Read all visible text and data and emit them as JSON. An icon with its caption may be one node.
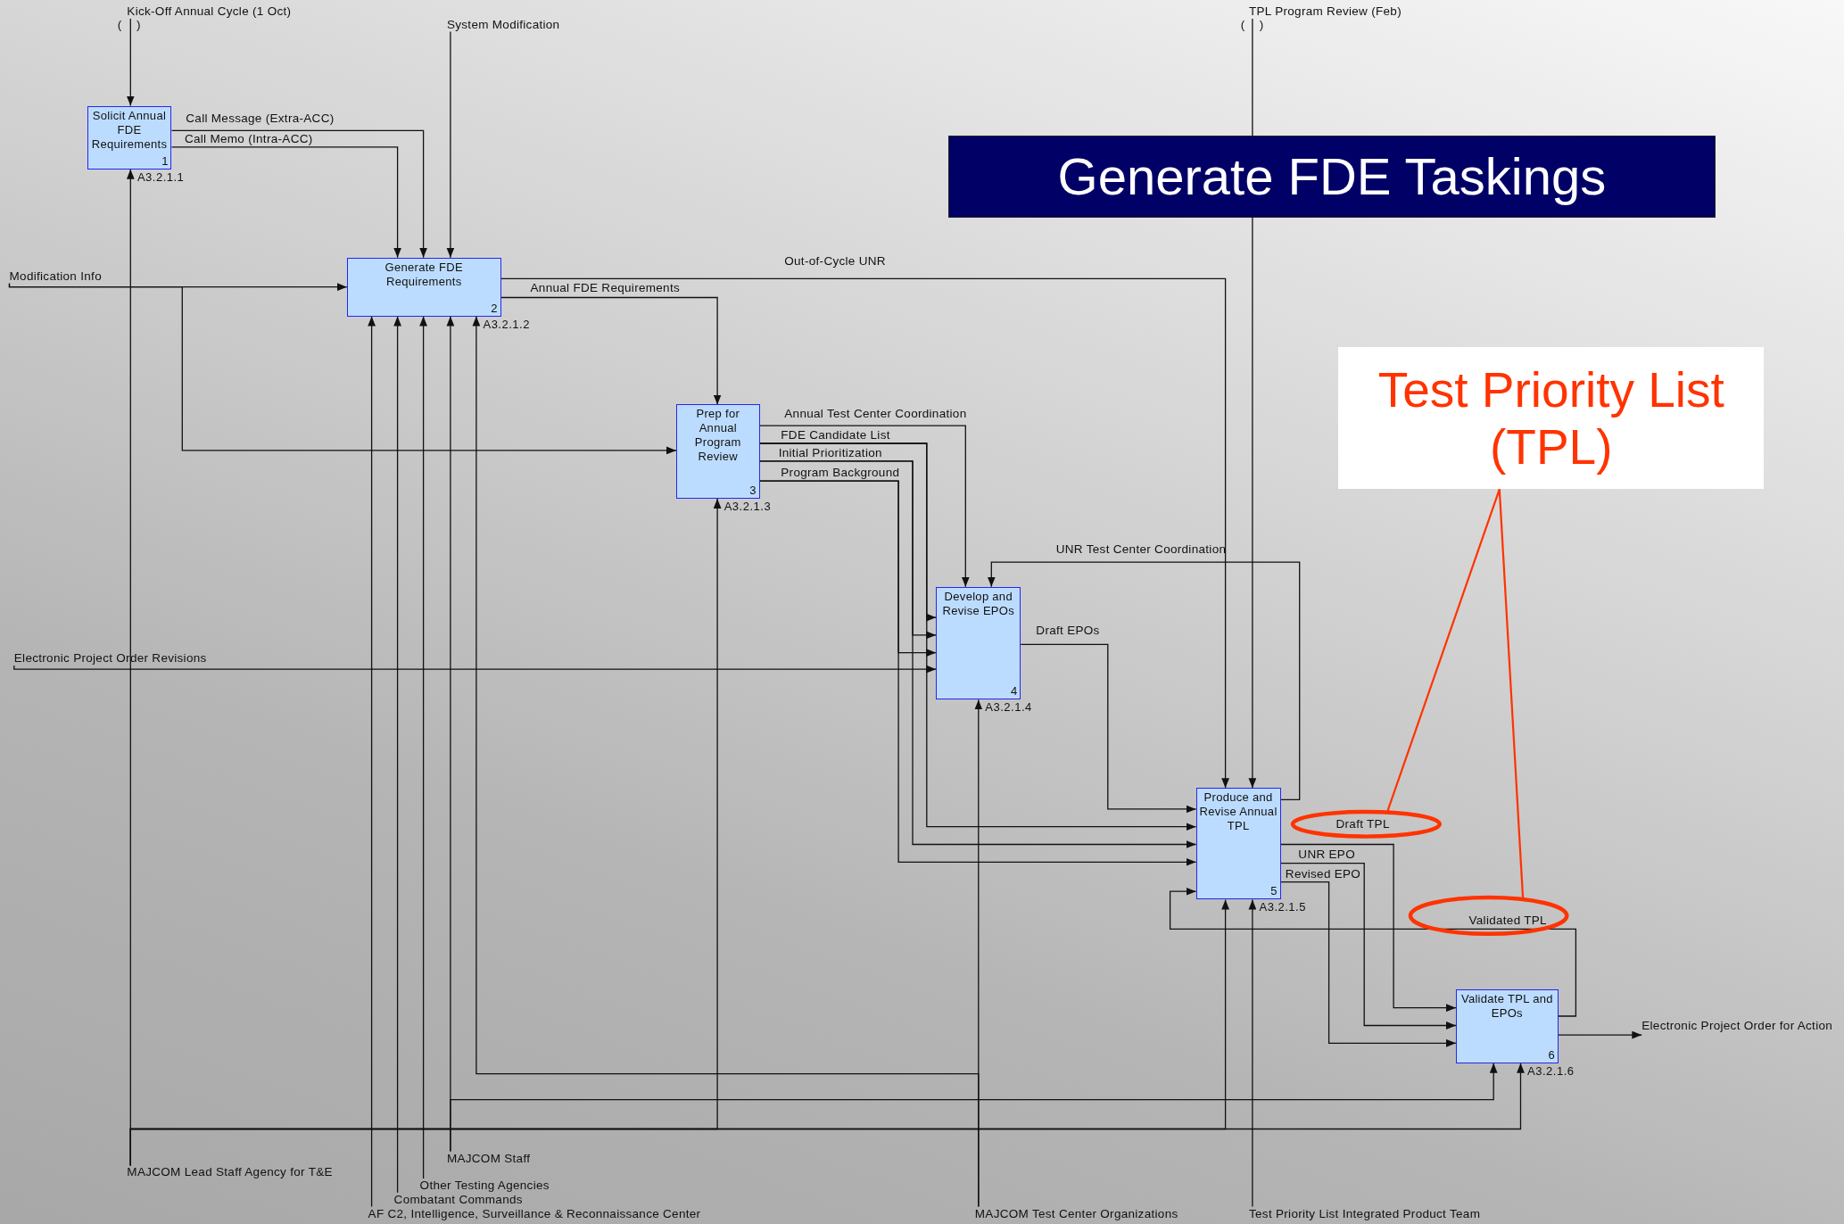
{
  "diagram": {
    "title": "Generate FDE Taskings",
    "nodes": [
      {
        "text": [
          "Test Priority List (TPL)"
        ]
      },
      {
        "text": [
          "Solicit Annual FDE Requirements",
          "1"
        ],
        "beside": [
          "A3.2.1.1"
        ]
      },
      {
        "text": [
          "Generate FDE Requirements",
          "2"
        ],
        "beside": [
          "A3.2.1.2"
        ]
      },
      {
        "text": [
          "Prep for Annual Program Review",
          "3"
        ],
        "beside": [
          "A3.2.1.3"
        ]
      },
      {
        "text": [
          "Develop and Revise EPOs",
          "4"
        ],
        "beside": [
          "A3.2.1.4"
        ]
      },
      {
        "text": [
          "Produce and Revise Annual TPL",
          "5"
        ],
        "beside": [
          "A3.2.1.5"
        ]
      },
      {
        "text": [
          "Validate TPL and EPOs",
          "6"
        ],
        "beside": [
          "A3.2.1.6"
        ]
      },
      {
        "text": [
          "Kick-Off Annual Cycle (1 Oct)"
        ]
      },
      {
        "text": [
          "System Modification"
        ]
      },
      {
        "text": [
          "Modification Info"
        ]
      },
      {
        "text": [
          "Electronic Project Order Revisions"
        ]
      },
      {
        "text": [
          "TPL Program Review (Feb)"
        ]
      },
      {
        "text": [
          "MAJCOM Lead Staff Agency for T&E"
        ]
      },
      {
        "text": [
          "AF C2, Intelligence, Surveillance & Reconnaissance Center"
        ]
      },
      {
        "text": [
          "Combatant Commands"
        ]
      },
      {
        "text": [
          "Other Testing Agencies"
        ]
      },
      {
        "text": [
          "MAJCOM Staff"
        ]
      },
      {
        "text": [
          "MAJCOM Test Center Organizations"
        ]
      },
      {
        "text": [
          "Test Priority List Integrated Product Team"
        ]
      },
      {
        "text": [
          "Electronic Project Order for Action"
        ]
      },
      {
        "text": [],
        "shape": "ellipse"
      },
      {
        "text": [],
        "shape": "ellipse"
      }
    ],
    "edges": [
      {
        "from": 7,
        "to": 1,
        "arrow": "to"
      },
      {
        "from": 1,
        "to": 2,
        "arrow": "to",
        "label": "Call Message (Extra-ACC)"
      },
      {
        "from": 1,
        "to": 2,
        "arrow": "to",
        "label": "Call Memo (Intra-ACC)"
      },
      {
        "from": 8,
        "to": 2,
        "arrow": "to"
      },
      {
        "from": 9,
        "to": 2,
        "arrow": "to"
      },
      {
        "from": 9,
        "to": 3,
        "arrow": "to"
      },
      {
        "from": 2,
        "to": 5,
        "arrow": "to",
        "label": "Out-of-Cycle UNR"
      },
      {
        "from": 2,
        "to": 3,
        "arrow": "to",
        "label": "Annual FDE Requirements"
      },
      {
        "from": 3,
        "to": 4,
        "arrow": "to",
        "label": "Annual Test Center Coordination"
      },
      {
        "from": 3,
        "to": 4,
        "arrow": "to",
        "label": "FDE Candidate List"
      },
      {
        "from": 3,
        "to": 5,
        "arrow": "to"
      },
      {
        "from": 3,
        "to": 4,
        "arrow": "to",
        "label": "Initial Prioritization"
      },
      {
        "from": 3,
        "to": 5,
        "arrow": "to"
      },
      {
        "from": 3,
        "to": 4,
        "arrow": "to",
        "label": "Program Background"
      },
      {
        "from": 3,
        "to": 5,
        "arrow": "to"
      },
      {
        "from": 10,
        "to": 4,
        "arrow": "to"
      },
      {
        "from": 4,
        "to": 5,
        "arrow": "to",
        "label": "Draft EPOs"
      },
      {
        "from": 5,
        "to": 4,
        "arrow": "to",
        "label": "UNR Test Center Coordination"
      },
      {
        "from": 11,
        "to": 5,
        "arrow": "to"
      },
      {
        "from": 5,
        "to": 6,
        "arrow": "to",
        "label": "Draft TPL"
      },
      {
        "from": 5,
        "to": 6,
        "arrow": "to",
        "label": "UNR EPO"
      },
      {
        "from": 5,
        "to": 6,
        "arrow": "to",
        "label": "Revised EPO"
      },
      {
        "from": 6,
        "to": 5,
        "arrow": "to",
        "label": "Validated TPL"
      },
      {
        "from": 6,
        "to": 19,
        "arrow": "to"
      },
      {
        "from": 12,
        "to": 1,
        "arrow": "to"
      },
      {
        "from": 12,
        "to": 3,
        "arrow": "to"
      },
      {
        "from": 12,
        "to": 5,
        "arrow": "to"
      },
      {
        "from": 12,
        "to": 6,
        "arrow": "to"
      },
      {
        "from": 13,
        "to": 2,
        "arrow": "to"
      },
      {
        "from": 14,
        "to": 2,
        "arrow": "to"
      },
      {
        "from": 15,
        "to": 2,
        "arrow": "to"
      },
      {
        "from": 16,
        "to": 2,
        "arrow": "to"
      },
      {
        "from": 16,
        "to": 6,
        "arrow": "to"
      },
      {
        "from": 17,
        "to": 4,
        "arrow": "to"
      },
      {
        "from": 17,
        "to": 2,
        "arrow": "to"
      },
      {
        "from": 18,
        "to": 5,
        "arrow": "to"
      },
      {
        "from": 0,
        "to": 20,
        "arrow": "none",
        "color": "#ff3300"
      },
      {
        "from": 0,
        "to": 21,
        "arrow": "none",
        "color": "#ff3300"
      }
    ],
    "labels": [
      "(",
      ")",
      "(",
      ")"
    ]
  }
}
